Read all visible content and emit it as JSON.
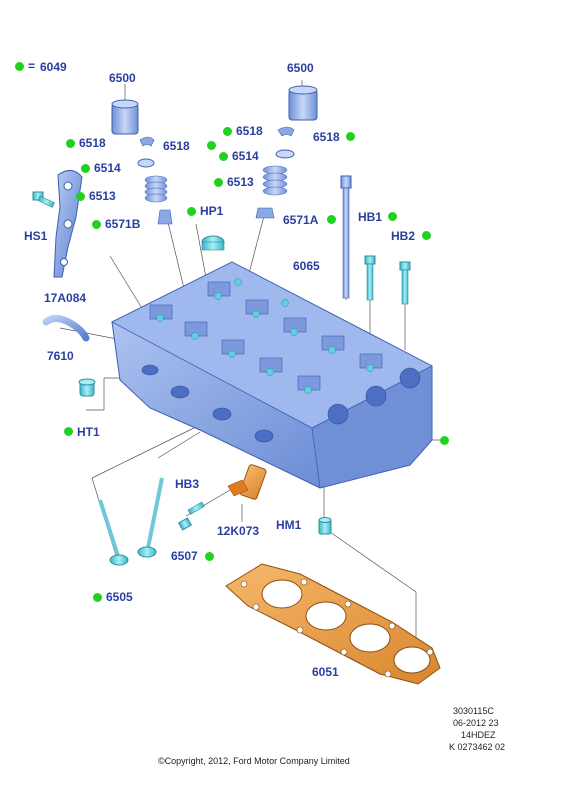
{
  "legend": {
    "dot_color": "#22d11f",
    "equals": "=",
    "code": "6049"
  },
  "labels": [
    {
      "id": "hs1",
      "text": "HS1",
      "dot": false
    },
    {
      "id": "17a084",
      "text": "17A084",
      "dot": false
    },
    {
      "id": "7610",
      "text": "7610",
      "dot": false
    },
    {
      "id": "ht1",
      "text": "HT1",
      "dot": true
    },
    {
      "id": "6500l",
      "text": "6500",
      "dot": false
    },
    {
      "id": "6518la",
      "text": "6518",
      "dot": true
    },
    {
      "id": "6518lb",
      "text": "6518",
      "dot": true
    },
    {
      "id": "6514l",
      "text": "6514",
      "dot": true
    },
    {
      "id": "6513l",
      "text": "6513",
      "dot": true
    },
    {
      "id": "6571b",
      "text": "6571B",
      "dot": true
    },
    {
      "id": "hp1",
      "text": "HP1",
      "dot": true
    },
    {
      "id": "6500r",
      "text": "6500",
      "dot": false
    },
    {
      "id": "6518ra",
      "text": "6518",
      "dot": true
    },
    {
      "id": "6518rb",
      "text": "6518",
      "dot": true
    },
    {
      "id": "6514r",
      "text": "6514",
      "dot": true
    },
    {
      "id": "6513r",
      "text": "6513",
      "dot": true
    },
    {
      "id": "6571a",
      "text": "6571A",
      "dot": true
    },
    {
      "id": "6065",
      "text": "6065",
      "dot": false
    },
    {
      "id": "hb1",
      "text": "HB1",
      "dot": true
    },
    {
      "id": "hb2",
      "text": "HB2",
      "dot": true
    },
    {
      "id": "hb3",
      "text": "HB3",
      "dot": false
    },
    {
      "id": "12k073",
      "text": "12K073",
      "dot": false
    },
    {
      "id": "hm1",
      "text": "HM1",
      "dot": false
    },
    {
      "id": "6507",
      "text": "6507",
      "dot": true
    },
    {
      "id": "6505",
      "text": "6505",
      "dot": true
    },
    {
      "id": "6051",
      "text": "6051",
      "dot": false
    },
    {
      "id": "head",
      "text": "",
      "dot": true
    }
  ],
  "footer": {
    "ref1": "3030115C",
    "ref2": "06-2012 23",
    "ref3": "14HDEZ",
    "ref4": "K 0273462 02",
    "copyright": "©Copyright, 2012, Ford Motor Company Limited"
  },
  "colors": {
    "part_blue": "#8aa8e6",
    "part_dark": "#5b7fcf",
    "accent_cyan": "#5fd0e0",
    "gasket": "#f0a24a",
    "sensor": "#e27a1f",
    "label": "#2a3fa0"
  }
}
